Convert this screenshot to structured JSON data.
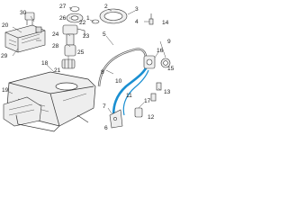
{
  "labels": {
    "l1": "1",
    "l2": "2",
    "l3": "3",
    "l4": "4",
    "l5": "5",
    "l6": "6",
    "l7": "7",
    "l8": "8",
    "l9": "9",
    "l10": "10",
    "l11": "11",
    "l12": "12",
    "l13": "13",
    "l14": "14",
    "l15": "15",
    "l16": "16",
    "l17": "17",
    "l18": "18",
    "l19": "19",
    "l20": "20",
    "l21": "21",
    "l22": "22",
    "l23": "23",
    "l24": "24",
    "l25": "25",
    "l26": "26",
    "l27": "27",
    "l28": "28",
    "l29": "29",
    "l30": "30"
  },
  "colors": {
    "highlight": "#1a8fd1",
    "line": "#333333",
    "part_fill": "#eeeeee"
  }
}
